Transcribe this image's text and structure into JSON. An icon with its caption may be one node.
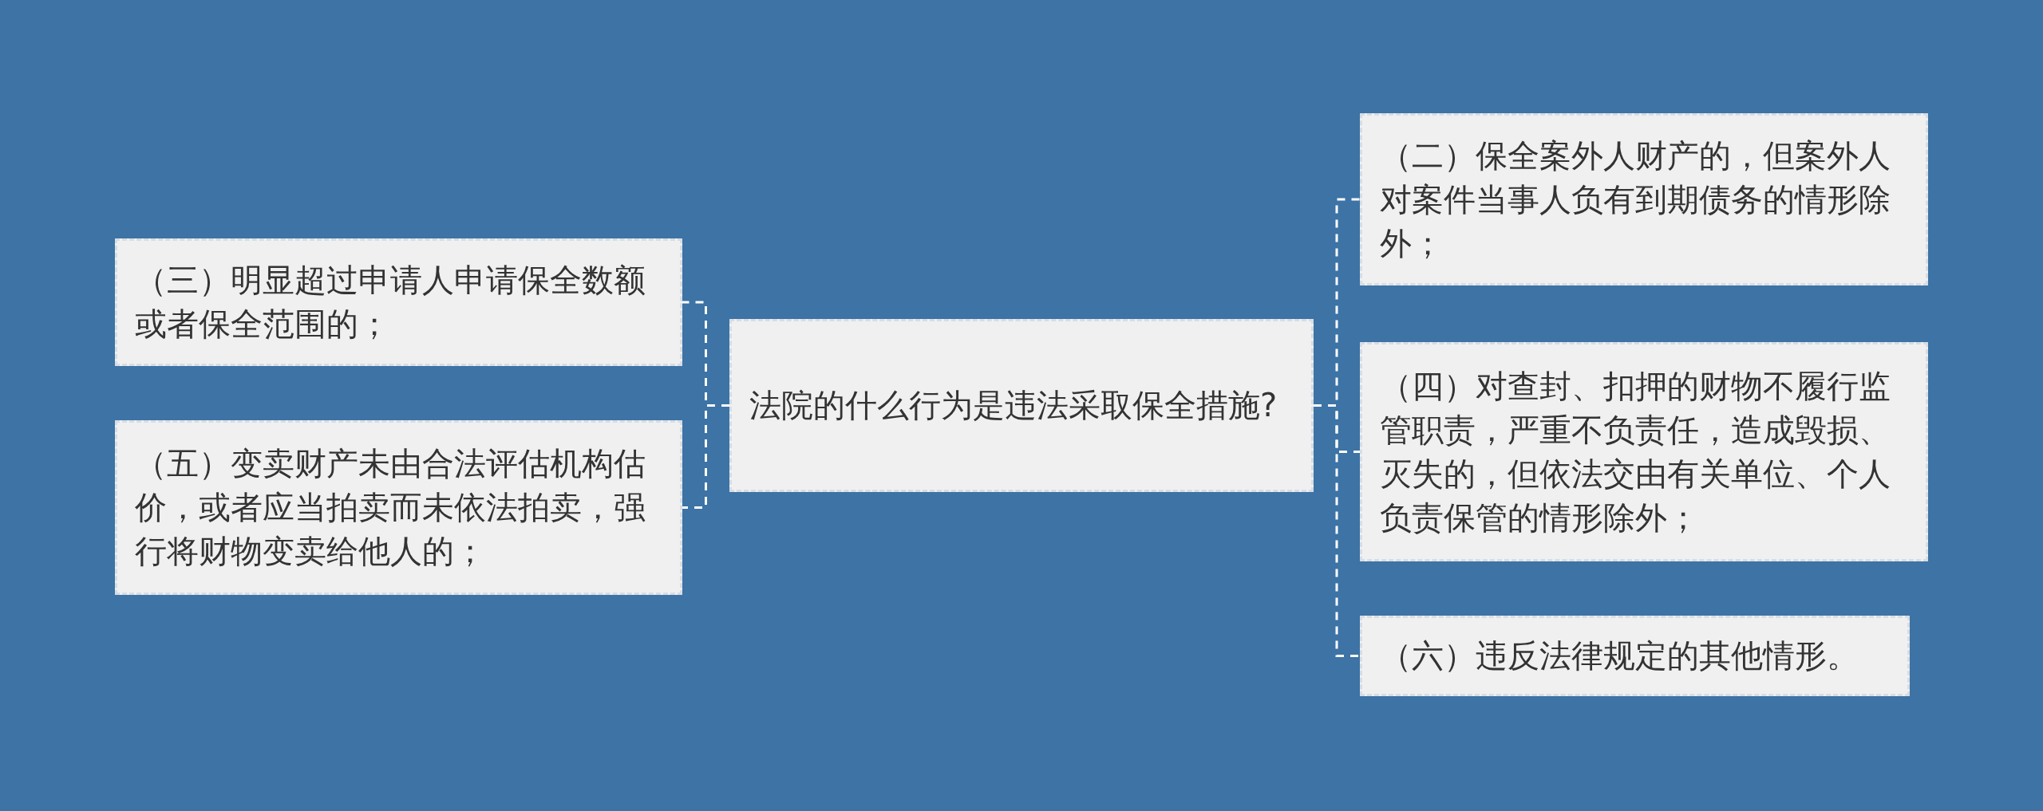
{
  "diagram": {
    "nodes": [
      {
        "text": [
          "法院的什么行为是违法采取保全措施?"
        ]
      },
      {
        "text": [
          "（三）明显超过申请人申请保全数额或者保全范围的；"
        ]
      },
      {
        "text": [
          "（五）变卖财产未由合法评估机构估价，或者应当拍卖而未依法拍卖，强行将财物变卖给他人的；"
        ]
      },
      {
        "text": [
          "（二）保全案外人财产的，但案外人对案件当事人负有到期债务的情形除外；"
        ]
      },
      {
        "text": [
          "（四）对查封、扣押的财物不履行监管职责，严重不负责任，造成毁损、灭失的，但依法交由有关单位、个人负责保管的情形除外；"
        ]
      },
      {
        "text": [
          "（六）违反法律规定的其他情形。"
        ]
      }
    ],
    "edges": [
      {
        "from": 0,
        "to": 1,
        "arrow": "none",
        "style": "dashed"
      },
      {
        "from": 0,
        "to": 2,
        "arrow": "none",
        "style": "dashed"
      },
      {
        "from": 0,
        "to": 3,
        "arrow": "none",
        "style": "dashed"
      },
      {
        "from": 0,
        "to": 4,
        "arrow": "none",
        "style": "dashed"
      },
      {
        "from": 0,
        "to": 5,
        "arrow": "none",
        "style": "dashed"
      }
    ]
  }
}
